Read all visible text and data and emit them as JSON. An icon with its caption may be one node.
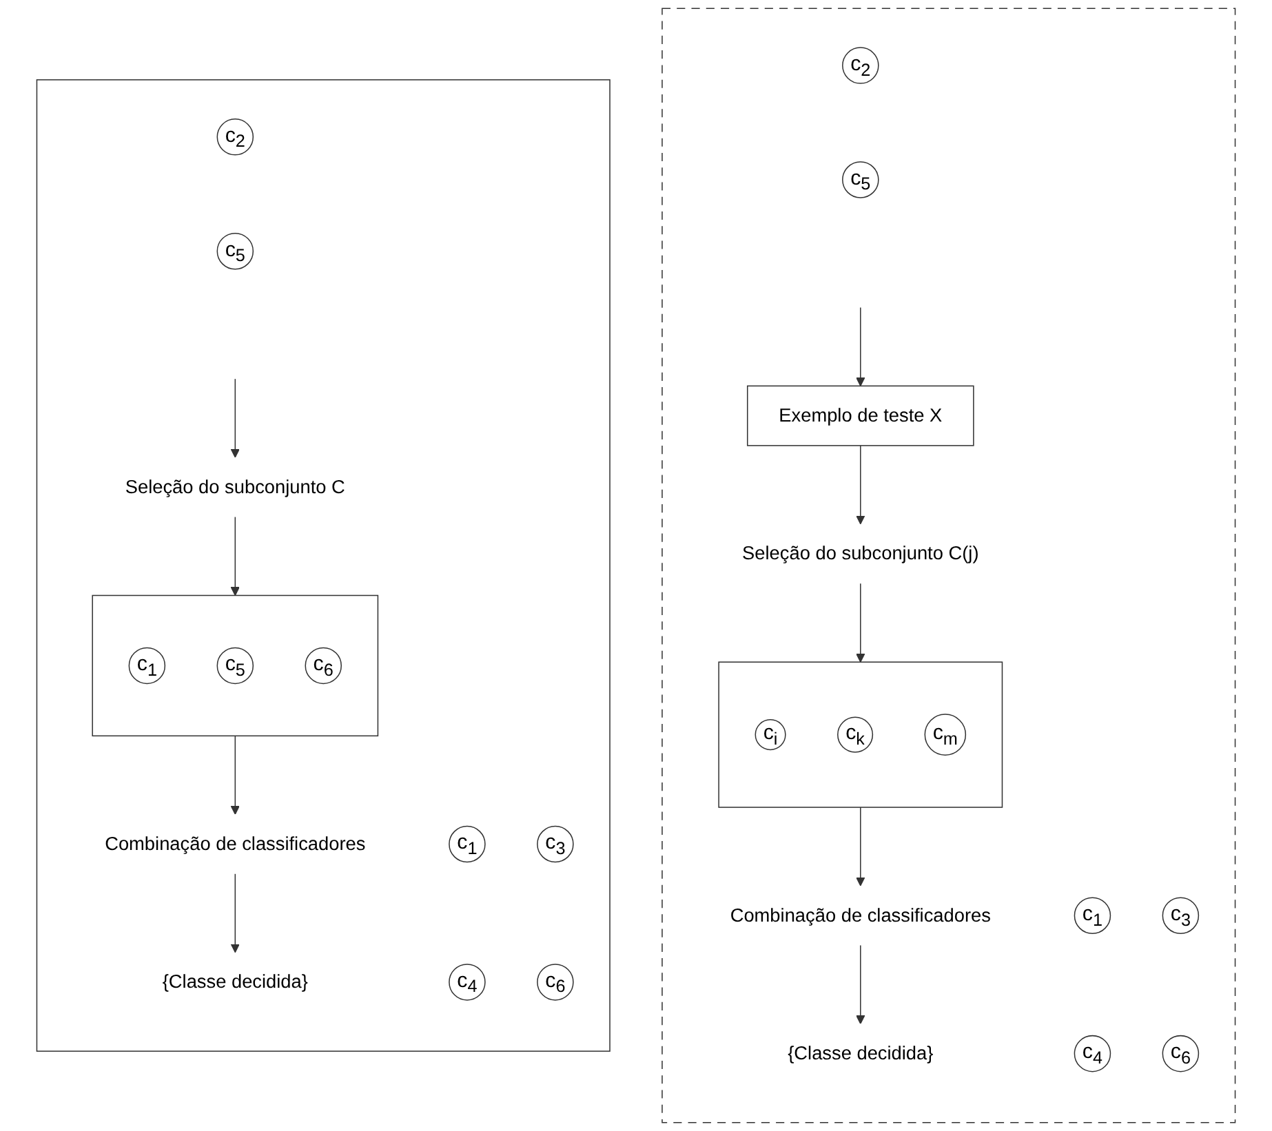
{
  "diagram": {
    "nodes": [
      {
        "text": [],
        "shape": "box"
      },
      {
        "text": [
          "c$_{1}$"
        ],
        "in": 0
      },
      {
        "text": [
          "c$_{2}$"
        ],
        "in": 0
      },
      {
        "text": [
          "c$_{3}$"
        ],
        "in": 0
      },
      {
        "text": [
          "c$_{4}$"
        ],
        "in": 0
      },
      {
        "text": [
          "c$_{5}$"
        ],
        "in": 0
      },
      {
        "text": [
          "c$_{6}$"
        ],
        "in": 0
      },
      {
        "text": [
          "Seleção do subconjunto C"
        ],
        "in": 0
      },
      {
        "text": [],
        "shape": "box",
        "in": 0
      },
      {
        "text": [
          "c$_{1}$"
        ],
        "in": 8
      },
      {
        "text": [
          "c$_{5}$"
        ],
        "in": 8
      },
      {
        "text": [
          "c$_{6}$"
        ],
        "in": 8
      },
      {
        "text": [
          "Combinação de classificadores"
        ],
        "in": 0
      },
      {
        "text": [
          "{Classe decidida}"
        ],
        "in": 0
      },
      {
        "text": [],
        "shape": "box"
      },
      {
        "text": [
          "c$_{1}$"
        ],
        "in": 14
      },
      {
        "text": [
          "c$_{2}$"
        ],
        "in": 14
      },
      {
        "text": [
          "c$_{3}$"
        ],
        "in": 14
      },
      {
        "text": [
          "c$_{4}$"
        ],
        "in": 14
      },
      {
        "text": [
          "c$_{5}$"
        ],
        "in": 14
      },
      {
        "text": [
          "c$_{6}$"
        ],
        "in": 14
      },
      {
        "text": [
          "Exemplo de teste X"
        ],
        "in": 14
      },
      {
        "text": [
          "Seleção do subconjunto C(j)"
        ],
        "in": 14
      },
      {
        "text": [],
        "shape": "box",
        "in": 14
      },
      {
        "text": [
          "c$_{i}$"
        ],
        "in": 23
      },
      {
        "text": [
          "c$_{k}$"
        ],
        "in": 23
      },
      {
        "text": [
          "c$_{m}$"
        ],
        "in": 23
      },
      {
        "text": [
          "Combinação de classificadores"
        ],
        "in": 14
      },
      {
        "text": [
          "{Classe decidida}"
        ],
        "in": 14
      }
    ],
    "edges": [
      {
        "from": null,
        "to": 7,
        "arrow": "to"
      },
      {
        "from": 7,
        "to": 8,
        "arrow": "to"
      },
      {
        "from": 8,
        "to": 12,
        "arrow": "to"
      },
      {
        "from": 12,
        "to": 13,
        "arrow": "to"
      },
      {
        "from": null,
        "to": 21,
        "arrow": "to"
      },
      {
        "from": 21,
        "to": 22,
        "arrow": "to"
      },
      {
        "from": 22,
        "to": 23,
        "arrow": "to"
      },
      {
        "from": 23,
        "to": 27,
        "arrow": "to"
      },
      {
        "from": 27,
        "to": 28,
        "arrow": "to"
      }
    ]
  }
}
